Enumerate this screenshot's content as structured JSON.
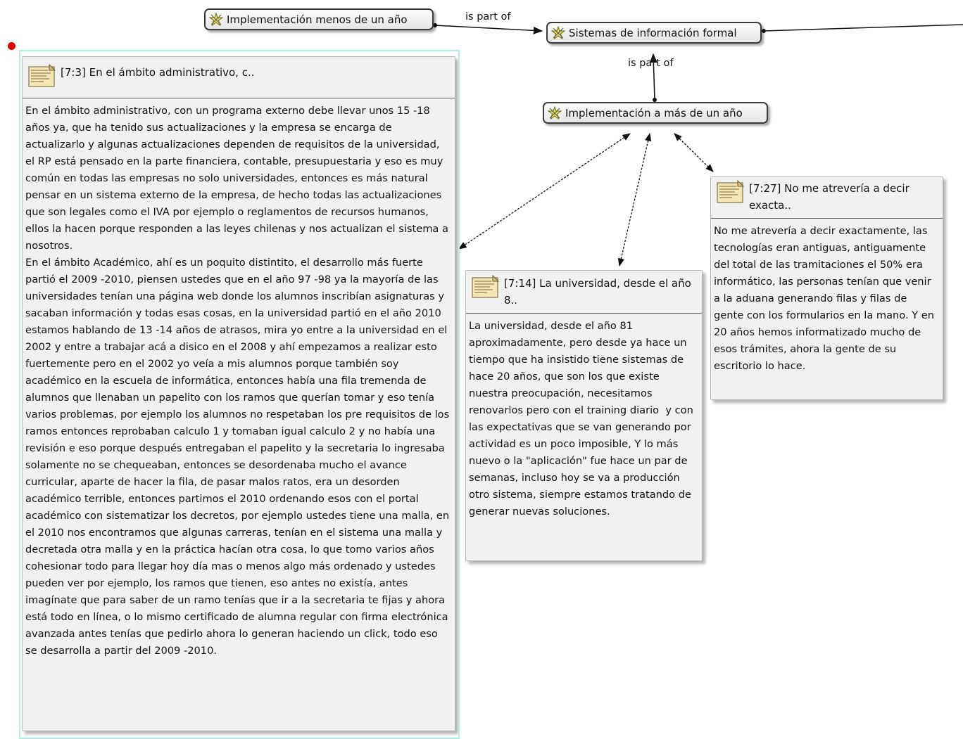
{
  "codes": {
    "menos": "Implementación menos de un año",
    "formal": "Sistemas de información formal",
    "mas": "Implementación a más de un año"
  },
  "relations": {
    "rel1": "is part of",
    "rel2": "is part of"
  },
  "quotes": {
    "q73": {
      "title": "[7:3] En el ámbito administrativo, c..",
      "body": "En el ámbito administrativo, con un programa externo debe llevar unos 15 -18 años ya, que ha tenido sus actualizaciones y la empresa se encarga de actualizarlo y algunas actualizaciones dependen de requisitos de la universidad, el RP está pensado en la parte financiera, contable, presupuestaria y eso es muy común en todas las empresas no solo universidades, entonces es más natural pensar en un sistema externo de la empresa, de hecho todas las actualizaciones que son legales como el IVA por ejemplo o reglamentos de recursos humanos, ellos la hacen porque responden a las leyes chilenas y nos actualizan el sistema a nosotros.\nEn el ámbito Académico, ahí es un poquito distintito, el desarrollo más fuerte partió el 2009 -2010, piensen ustedes que en el año 97 -98 ya la mayoría de las universidades tenían una página web donde los alumnos inscribían asignaturas y sacaban información y todas esas cosas, en la universidad partió en el año 2010 estamos hablando de 13 -14 años de atrasos, mira yo entre a la universidad en el 2002 y entre a trabajar acá a disico en el 2008 y ahí empezamos a realizar esto fuertemente pero en el 2002 yo veía a mis alumnos porque también soy académico en la escuela de informática, entonces había una fila tremenda de alumnos que llenaban un papelito con los ramos que querían tomar y eso tenía varios problemas, por ejemplo los alumnos no respetaban los pre requisitos de los ramos entonces reprobaban calculo 1 y tomaban igual calculo 2 y no había una revisión e eso porque después entregaban el papelito y la secretaria lo ingresaba solamente no se chequeaban, entonces se desordenaba mucho el avance curricular, aparte de hacer la fila, de pasar malos ratos, era un desorden académico terrible, entonces partimos el 2010 ordenando esos con el portal académico con sistematizar los decretos, por ejemplo ustedes tiene una malla, en el 2010 nos encontramos que algunas carreras, tenían en el sistema una malla y decretada otra malla y en la práctica hacían otra cosa, lo que tomo varios años cohesionar todo para llegar hoy día mas o menos algo más ordenado y ustedes pueden ver por ejemplo, los ramos que tienen, eso antes no existía, antes imagínate que para saber de un ramo tenías que ir a la secretaria te fijas y ahora está todo en línea, o lo mismo certificado de alumna regular con firma electrónica avanzada antes tenías que pedirlo ahora lo generan haciendo un click, todo eso se desarrolla a partir del 2009 -2010."
    },
    "q714": {
      "title": "[7:14] La universidad, desde el año 8..",
      "body": "La universidad, desde el año 81 aproximadamente, pero desde ya hace un tiempo que ha insistido tiene sistemas de hace 20 años, que son los que existe nuestra preocupación, necesitamos renovarlos pero con el training diario  y con las expectativas que se van generando por actividad es un poco imposible, Y lo más nuevo o la \"aplicación\" fue hace un par de semanas, incluso hoy se va a producción otro sistema, siempre estamos tratando de generar nuevas soluciones."
    },
    "q727": {
      "title": "[7:27] No me atrevería a decir exacta..",
      "body": "No me atrevería a decir exactamente, las tecnologías eran antiguas, antiguamente del total de las tramitaciones el 50% era informático, las personas tenían que venir a la aduana generando filas y filas de gente con los formularios en la mano. Y en 20 años hemos informatizado mucho de esos trámites, ahora la gente de su escritorio lo hace."
    }
  },
  "colors": {
    "selection_frame": "#b0f1e6",
    "selection_dot": "#e00000",
    "node_border": "#3c3c3c",
    "card_bg": "#f1f1f1"
  },
  "icons": {
    "code": "code-sparkle-icon",
    "quotation": "document-quotation-icon"
  }
}
